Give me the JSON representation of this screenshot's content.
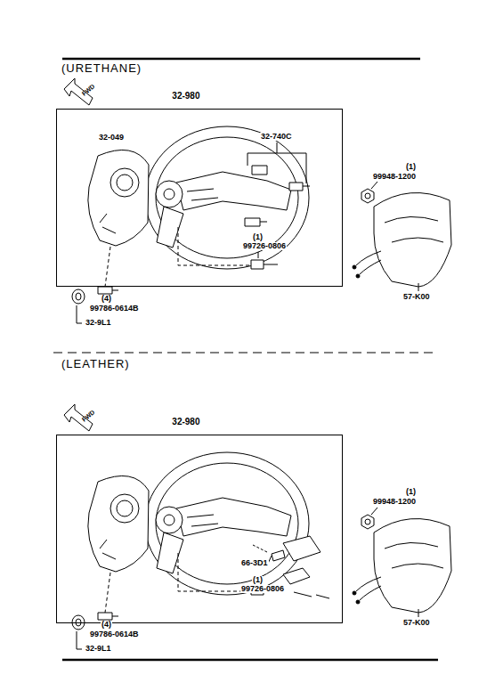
{
  "diagram": {
    "nodes": [
      {
        "text": [
          "32-980"
        ]
      },
      {
        "text": [
          "32-980"
        ]
      }
    ],
    "labels": [
      "(URETHANE)",
      "FWD",
      "32-049",
      "32-740C",
      "(1)",
      "99948-1200",
      "(1)",
      "99726-0806",
      "57-K00",
      "(4)",
      "99786-0614B",
      "32-9L1",
      "(LEATHER)",
      "FWD",
      "(1)",
      "99948-1200",
      "66-3D1",
      "(1)",
      "99726-0806",
      "57-K00",
      "(4)",
      "99786-0614B",
      "32-9L1"
    ]
  }
}
